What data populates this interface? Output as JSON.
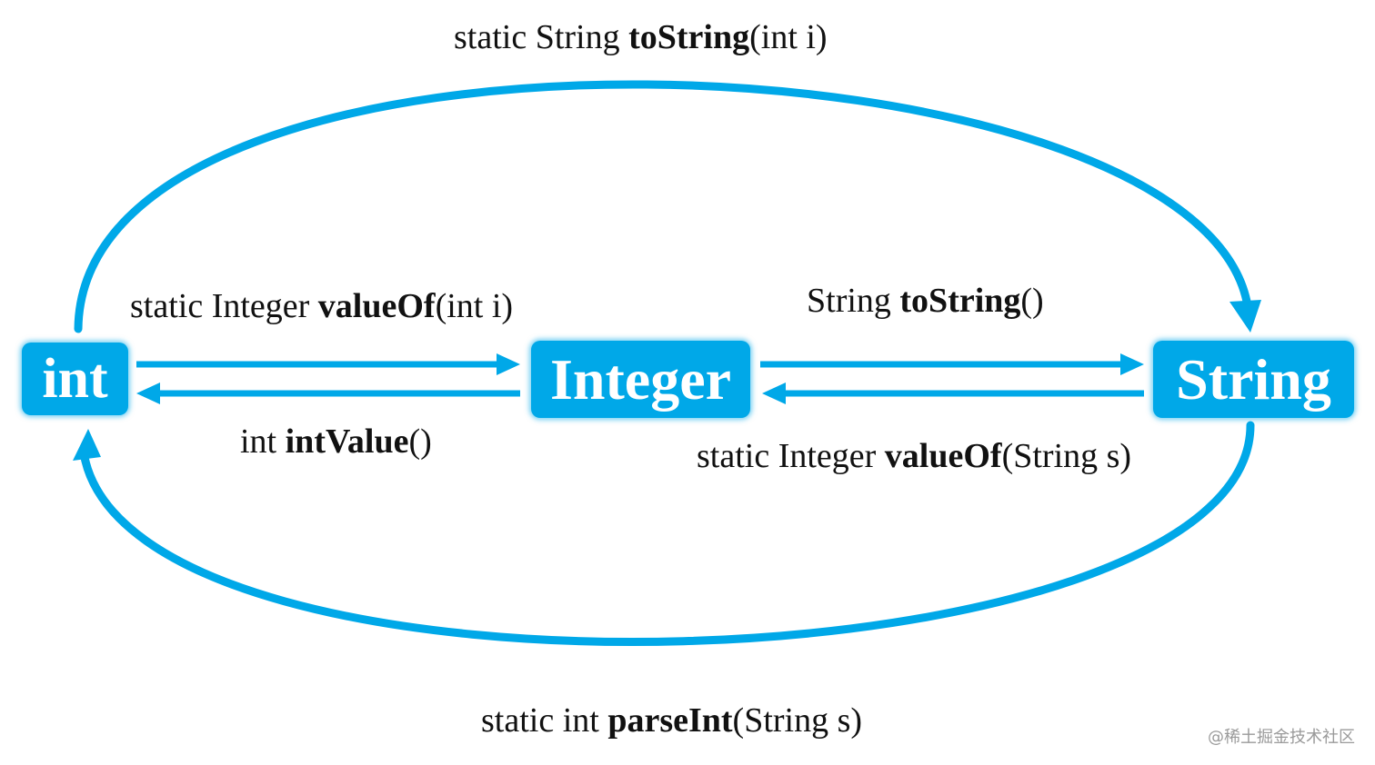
{
  "colors": {
    "accent": "#00a8e8",
    "node_text": "#ffffff",
    "label_text": "#111111",
    "watermark": "#9a9a9a"
  },
  "nodes": {
    "int": "int",
    "integer": "Integer",
    "string": "String"
  },
  "labels": {
    "int_to_string": {
      "prefix": "static String ",
      "method": "toString",
      "suffix": "(int i)"
    },
    "int_to_integer": {
      "prefix": "static Integer ",
      "method": "valueOf",
      "suffix": "(int i)"
    },
    "integer_to_string": {
      "prefix": "String ",
      "method": "toString",
      "suffix": "()"
    },
    "integer_to_int": {
      "prefix": "int ",
      "method": "intValue",
      "suffix": "()"
    },
    "string_to_integer": {
      "prefix": "static Integer ",
      "method": "valueOf",
      "suffix": "(String s)"
    },
    "string_to_int": {
      "prefix": "static int ",
      "method": "parseInt",
      "suffix": "(String s)"
    }
  },
  "watermark": "@稀土掘金技术社区"
}
